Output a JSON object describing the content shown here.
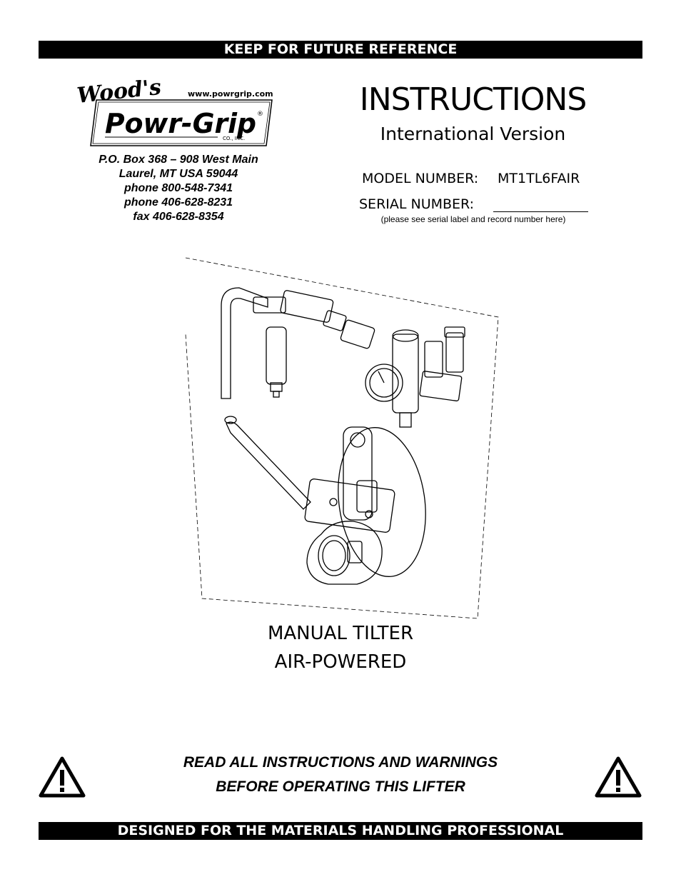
{
  "header_banner": "KEEP FOR FUTURE REFERENCE",
  "logo": {
    "script_text": "Wood's",
    "brand": "Powr-Grip",
    "registered": "®",
    "company": "CO., INC.",
    "url": "www.powrgrip.com"
  },
  "address": {
    "line1": "P.O. Box 368 – 908 West Main",
    "line2": "Laurel, MT  USA  59044",
    "line3": "phone  800-548-7341",
    "line4": "phone  406-628-8231",
    "line5": "fax  406-628-8354"
  },
  "title": "INSTRUCTIONS",
  "subtitle": "International Version",
  "model": {
    "label": "MODEL NUMBER:",
    "value": "MT1TL6FAIR"
  },
  "serial": {
    "label": "SERIAL NUMBER:",
    "note": "(please see serial label and record number here)"
  },
  "product": {
    "line1": "MANUAL TILTER",
    "line2": "AIR-POWERED"
  },
  "warning": {
    "line1": "READ ALL INSTRUCTIONS AND WARNINGS",
    "line2": "BEFORE OPERATING THIS LIFTER",
    "icon": "warning-triangle-icon"
  },
  "footer_banner": "DESIGNED FOR THE MATERIALS HANDLING PROFESSIONAL"
}
